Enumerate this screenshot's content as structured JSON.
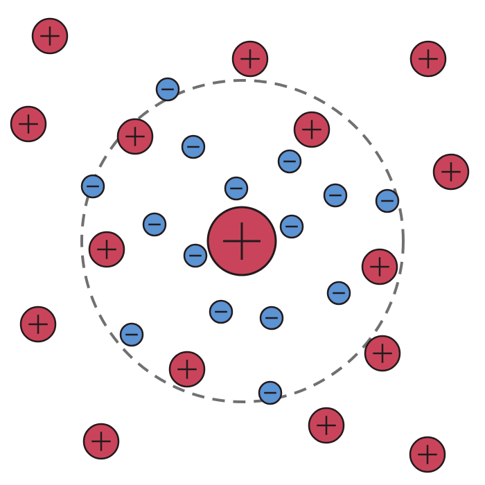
{
  "diagram": {
    "type": "charge-screening",
    "colors": {
      "positive_fill": "#c9445a",
      "negative_fill": "#5b93d3",
      "outline": "#231a1c",
      "boundary": "#707070",
      "background": "#ffffff"
    },
    "counts": {
      "central_positive": 1,
      "positive_ions": 15,
      "negative_ions": 15
    }
  }
}
